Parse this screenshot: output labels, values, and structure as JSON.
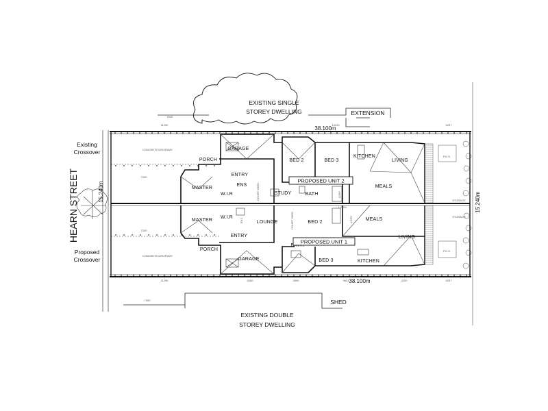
{
  "neighbours": {
    "north": {
      "line1": "EXISTING SINGLE",
      "line2": "STOREY DWELLING",
      "extension": "EXTENSION"
    },
    "south": {
      "line1": "EXISTING DOUBLE",
      "line2": "STOREY DWELLING",
      "shed": "SHED"
    }
  },
  "street": {
    "name": "HEARN STREET",
    "existing_crossover": {
      "line1": "Existing",
      "line2": "Crossover"
    },
    "proposed_crossover": {
      "line1": "Proposed",
      "line2": "Crossover"
    }
  },
  "dimensions": {
    "length_top": "38.100m",
    "length_bottom": "38.100m",
    "width_left": "15.240m",
    "width_right": "15.240m",
    "top_7640": "7640",
    "top_11290": "11290",
    "top_14043": "14043",
    "top_5297": "5297",
    "bottom_11290": "11290",
    "bottom_8460": "8460",
    "bottom_2890": "2890",
    "bottom_9653": "9653",
    "bottom_4200": "4200",
    "bottom_5297": "5297",
    "bottom_7260": "7260",
    "setback_u2": "7200",
    "setback_u1": "7200"
  },
  "unit2": {
    "title": "PROPOSED UNIT 2",
    "garage": "GARAGE",
    "porch": "PORCH",
    "entry": "ENTRY",
    "master": "MASTER",
    "wir": "W.I.R",
    "ens": "ENS",
    "court_yard": "COURT YARD",
    "study": "STUDY",
    "bed2": "BED 2",
    "bed3": "BED 3",
    "bath": "BATH",
    "lndry": "LDRY",
    "kitchen": "KITCHEN",
    "meals": "MEALS",
    "living": "LIVING",
    "pos": "P.O.S",
    "storage": "STORAGE"
  },
  "unit1": {
    "title": "PROPOSED UNIT 1",
    "garage": "GARAGE",
    "porch": "PORCH",
    "entry": "ENTRY",
    "master": "MASTER",
    "wir": "W.I.R",
    "ens": "ENS",
    "lounge": "LOUNGE",
    "court_yard": "COURT YARD",
    "bed2": "BED 2",
    "bed3": "BED 3",
    "bath": "BATH",
    "lndry": "LDRY",
    "linen": "LINEN",
    "kitchen": "KITCHEN",
    "meals": "MEALS",
    "living": "LIVING",
    "pos": "P.O.S",
    "storage": "STORAGE"
  },
  "driveway": {
    "label": "CONCRETE DRIVEWAY"
  },
  "colors": {
    "line": "#111111",
    "paper": "#ffffff",
    "hatch": "#555555"
  }
}
